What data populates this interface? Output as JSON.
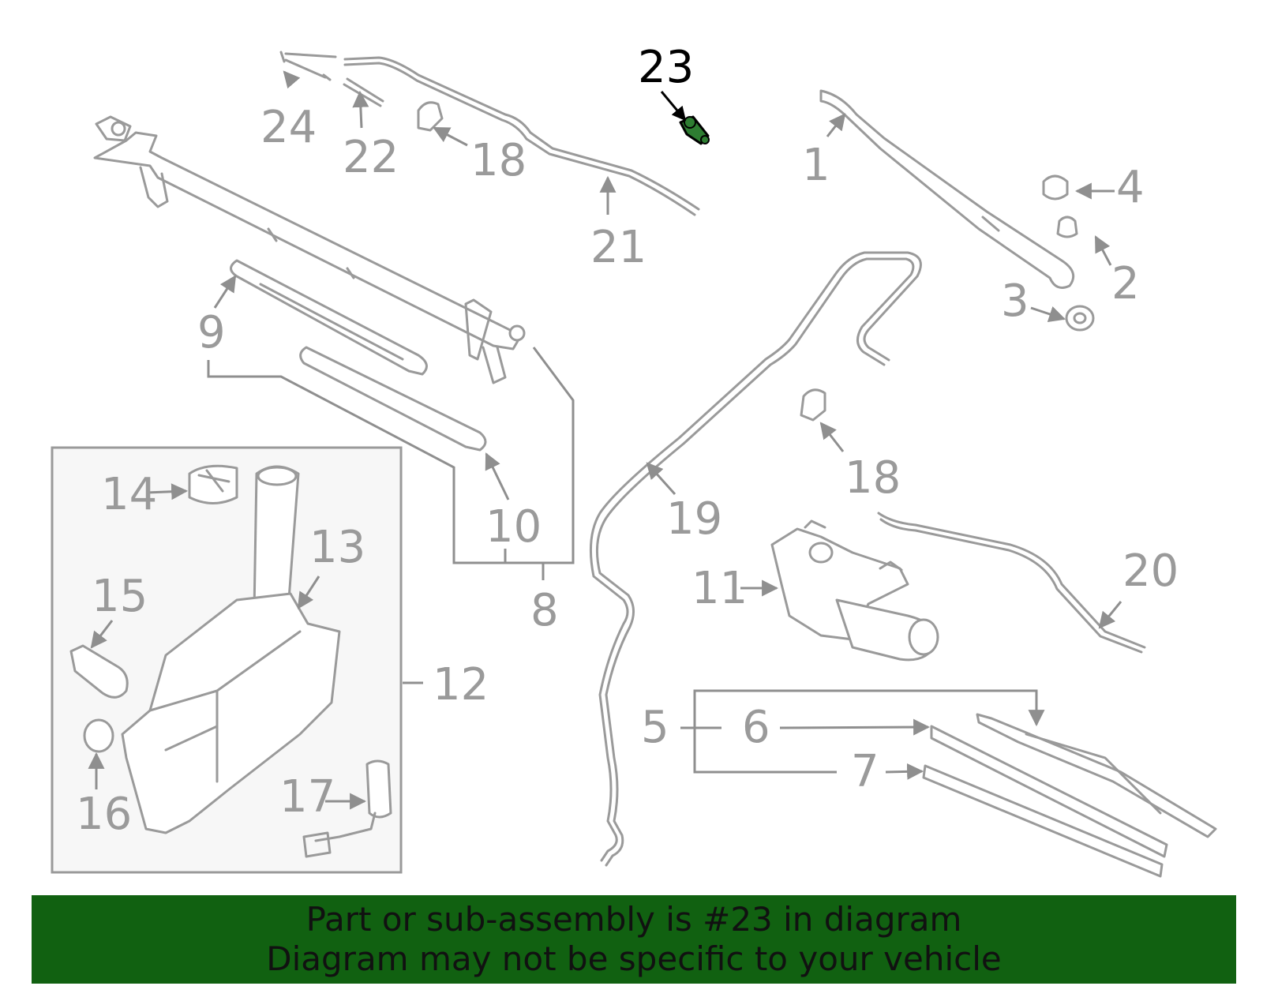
{
  "colors": {
    "line": "#9a9a9a",
    "highlight": "#2e7d32",
    "banner_bg": "#116111",
    "banner_text": "#111111",
    "box_fill": "#f7f7f7"
  },
  "callouts": {
    "c1": "1",
    "c2": "2",
    "c3": "3",
    "c4": "4",
    "c5": "5",
    "c6": "6",
    "c7": "7",
    "c8": "8",
    "c9": "9",
    "c10": "10",
    "c11": "11",
    "c12": "12",
    "c13": "13",
    "c14": "14",
    "c15": "15",
    "c16": "16",
    "c17": "17",
    "c18a": "18",
    "c18b": "18",
    "c19": "19",
    "c20": "20",
    "c21": "21",
    "c22": "22",
    "c23": "23",
    "c24": "24"
  },
  "banner": {
    "line1": "Part or sub-assembly is #23 in diagram",
    "line2": "Diagram may not be specific to your vehicle"
  }
}
